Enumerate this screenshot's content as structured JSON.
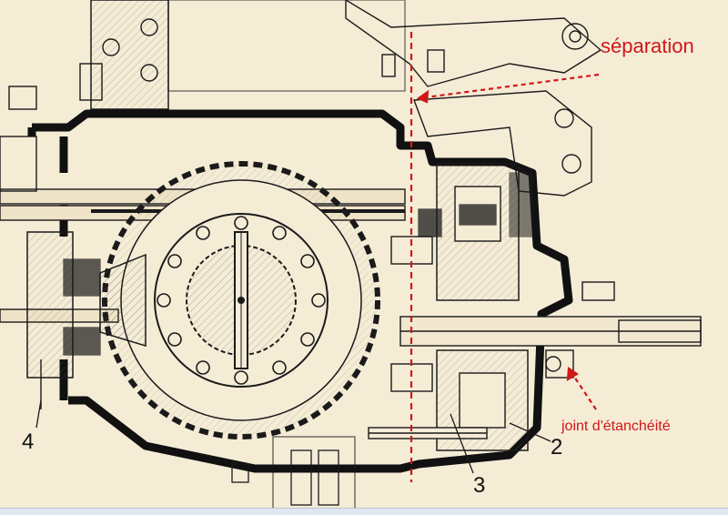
{
  "annotations": {
    "separation": "séparation",
    "joint": "joint d'étanchéité"
  },
  "callouts": {
    "two": "2",
    "three": "3",
    "four": "4"
  },
  "colors": {
    "paper": "#f5ecd6",
    "ink": "#1a1a1a",
    "annotation": "#d01818"
  }
}
